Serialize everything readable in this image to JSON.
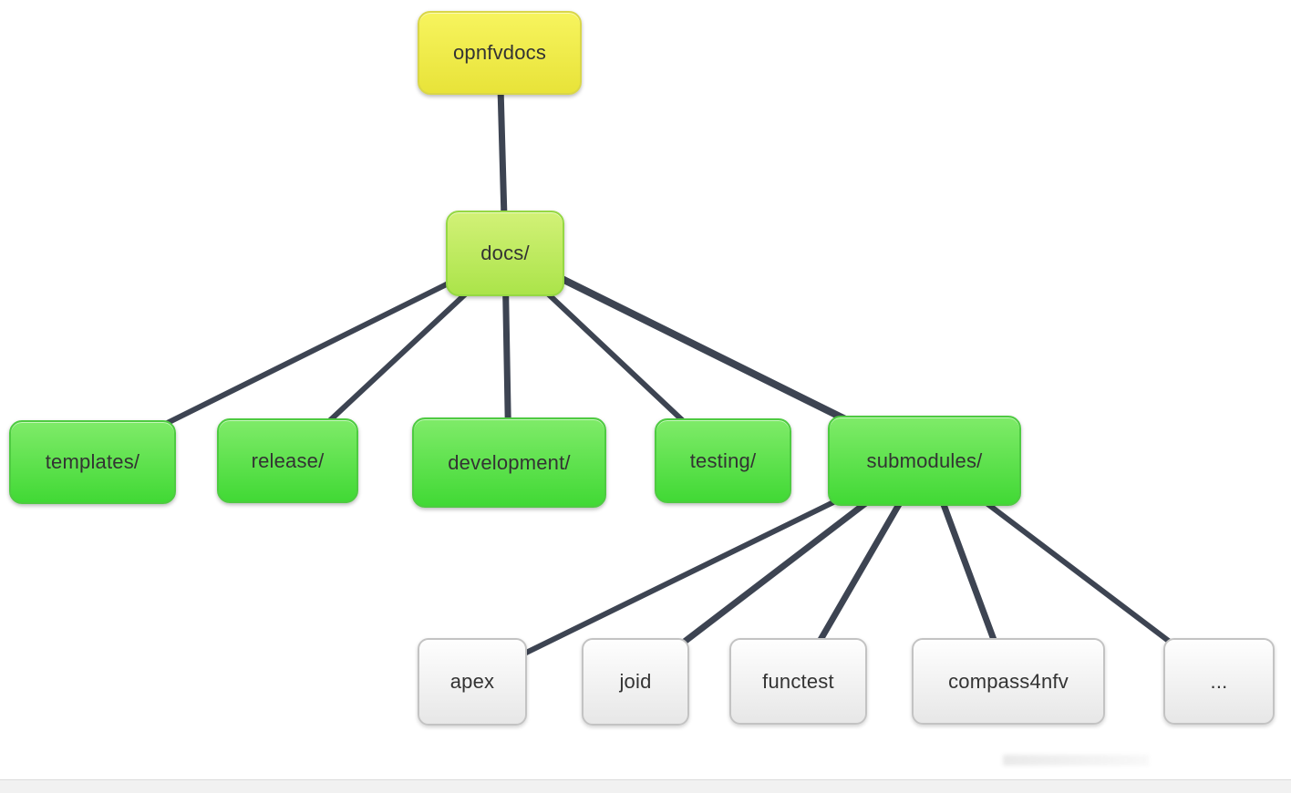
{
  "nodes": {
    "opnfvdocs": {
      "label": "opnfvdocs",
      "level": "root"
    },
    "docs": {
      "label": "docs/",
      "level": "mid"
    },
    "templates": {
      "label": "templates/",
      "level": "branch"
    },
    "release": {
      "label": "release/",
      "level": "branch"
    },
    "development": {
      "label": "development/",
      "level": "branch"
    },
    "testing": {
      "label": "testing/",
      "level": "branch"
    },
    "submodules": {
      "label": "submodules/",
      "level": "branch"
    },
    "apex": {
      "label": "apex",
      "level": "leaf"
    },
    "joid": {
      "label": "joid",
      "level": "leaf"
    },
    "functest": {
      "label": "functest",
      "level": "leaf"
    },
    "compass4nfv": {
      "label": "compass4nfv",
      "level": "leaf"
    },
    "more": {
      "label": "...",
      "level": "leaf"
    }
  },
  "edges": [
    {
      "from": "opnfvdocs",
      "to": "docs"
    },
    {
      "from": "docs",
      "to": "templates"
    },
    {
      "from": "docs",
      "to": "release"
    },
    {
      "from": "docs",
      "to": "development"
    },
    {
      "from": "docs",
      "to": "testing"
    },
    {
      "from": "docs",
      "to": "submodules"
    },
    {
      "from": "submodules",
      "to": "apex"
    },
    {
      "from": "submodules",
      "to": "joid"
    },
    {
      "from": "submodules",
      "to": "functest"
    },
    {
      "from": "submodules",
      "to": "compass4nfv"
    },
    {
      "from": "submodules",
      "to": "more"
    }
  ],
  "colors": {
    "root_fill_top": "#f7f45e",
    "root_fill_bottom": "#e8e339",
    "root_border": "#d9d648",
    "mid_fill_top": "#d2f177",
    "mid_fill_bottom": "#abe44a",
    "mid_border": "#95d843",
    "branch_fill_top": "#7feb69",
    "branch_fill_bottom": "#41d935",
    "branch_border": "#4ecb41",
    "leaf_fill_top": "#fefefe",
    "leaf_fill_bottom": "#e7e7e7",
    "leaf_border": "#c3c3c3",
    "edge": "#3d4452",
    "text": "#333333",
    "footer_bg": "#f1f1f1"
  }
}
